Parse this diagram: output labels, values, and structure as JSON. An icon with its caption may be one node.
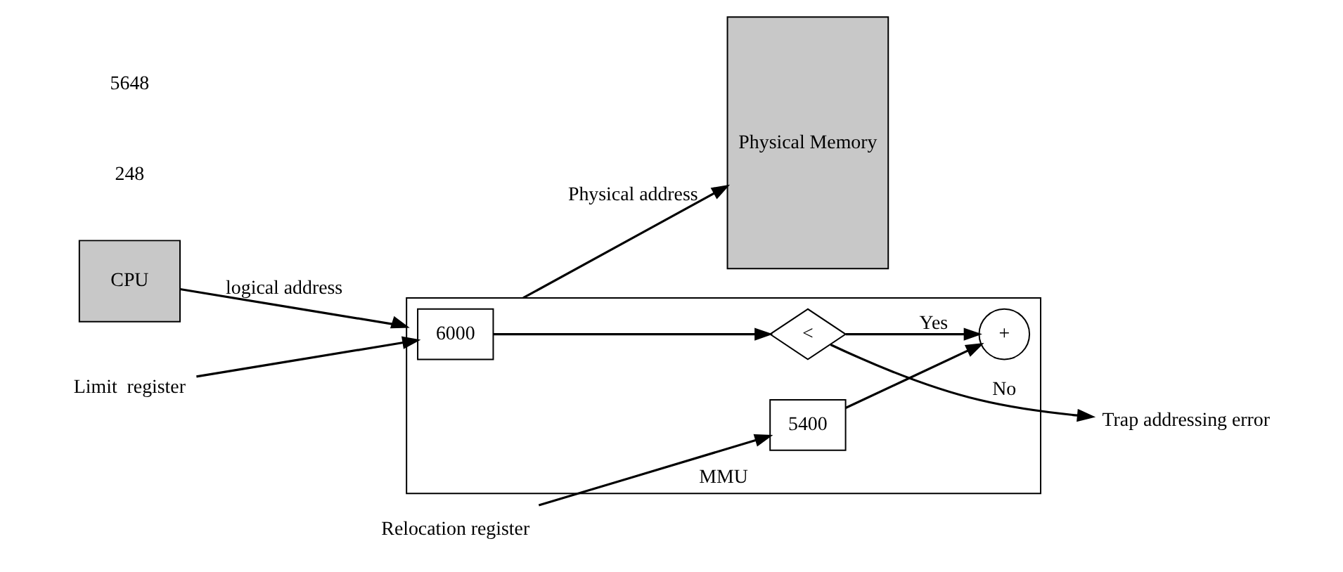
{
  "diagram": {
    "nodes": [
      {
        "text": [
          "CPU"
        ]
      },
      {
        "text": [
          "MMU"
        ]
      },
      {
        "text": [
          "6000"
        ],
        "in": 1
      },
      {
        "text": [
          "<"
        ],
        "in": 1
      },
      {
        "text": [
          "+"
        ],
        "in": 1
      },
      {
        "text": [
          "5400"
        ],
        "in": 1
      },
      {
        "text": [
          "Physical Memory"
        ]
      },
      {
        "text": [
          "Limit  register"
        ]
      },
      {
        "text": [
          "Relocation register"
        ]
      },
      {
        "text": [
          "Trap addressing error"
        ]
      }
    ],
    "edges": [
      {
        "from": 0,
        "to": 1,
        "arrow": "to",
        "label": "logical address"
      },
      {
        "from": 7,
        "to": 2,
        "arrow": "to"
      },
      {
        "from": 2,
        "to": 3,
        "arrow": "to"
      },
      {
        "from": 3,
        "to": 4,
        "arrow": "to",
        "label": "Yes"
      },
      {
        "from": 5,
        "to": 4,
        "arrow": "to"
      },
      {
        "from": 8,
        "to": 5,
        "arrow": "to"
      },
      {
        "from": 3,
        "to": 9,
        "arrow": "to",
        "label": "No"
      },
      {
        "from": 1,
        "to": 6,
        "arrow": "to",
        "label": "Physical address"
      }
    ],
    "labels": [
      "248",
      "5648"
    ]
  }
}
